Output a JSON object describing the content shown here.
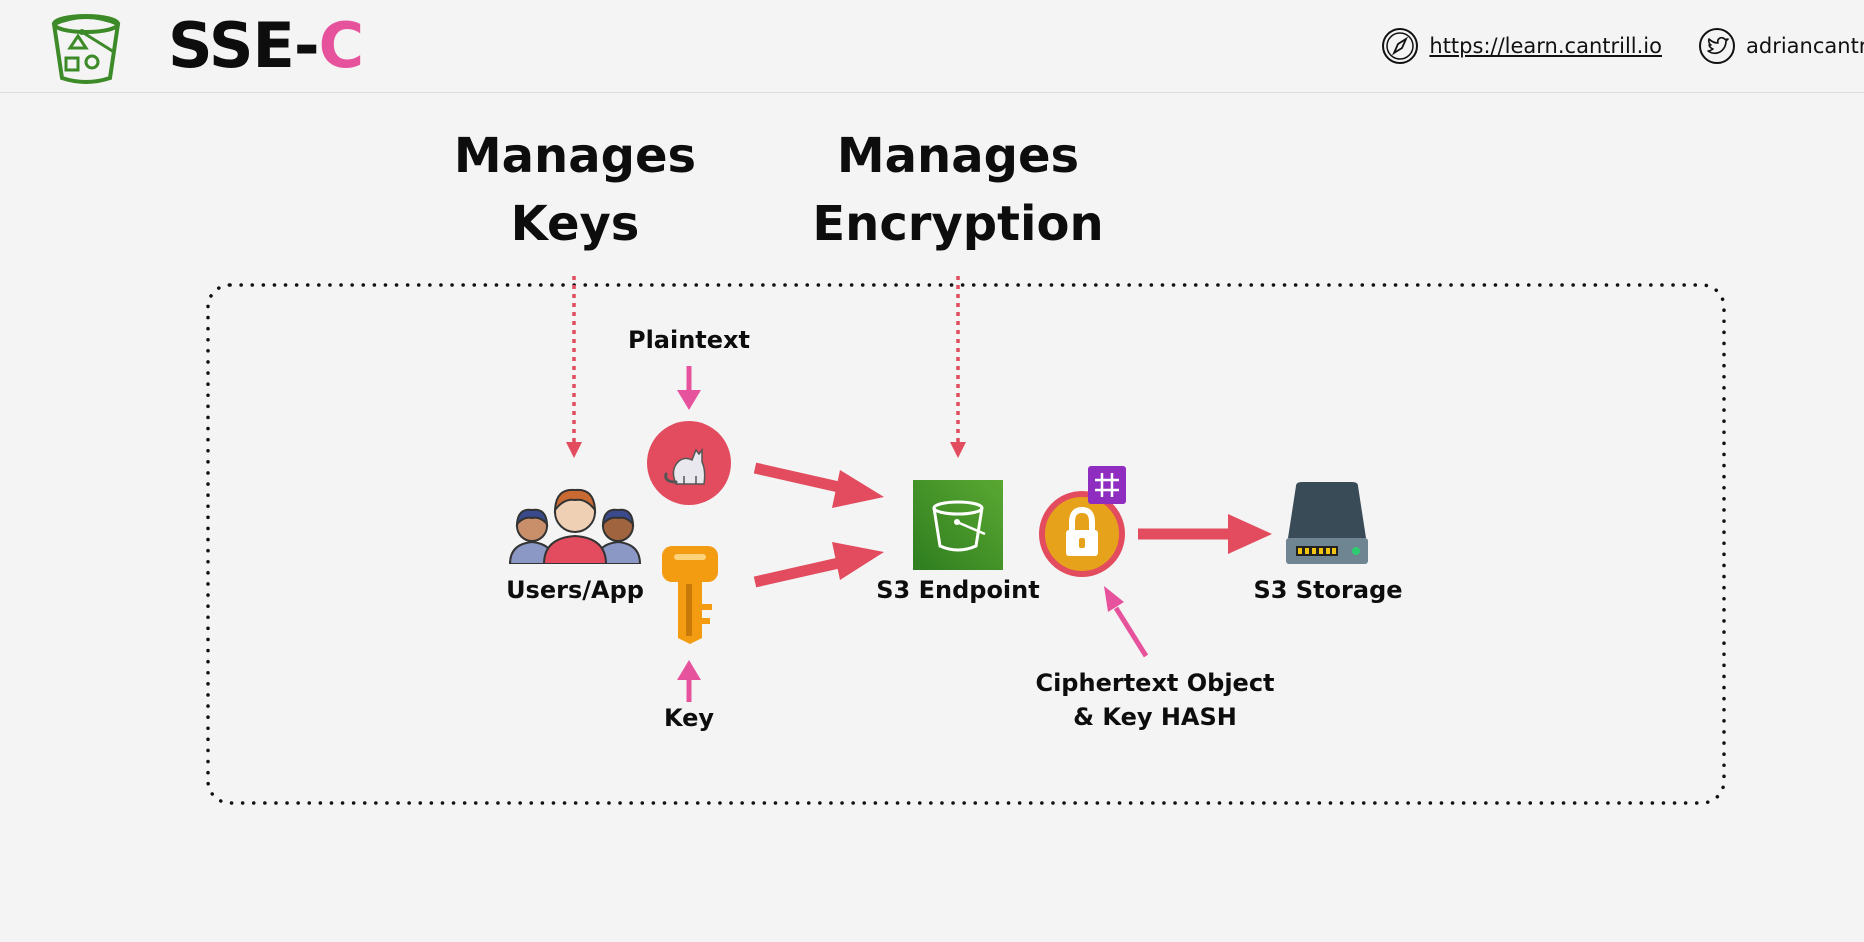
{
  "header": {
    "title_main": "SSE-",
    "title_accent": "C",
    "website": "https://learn.cantrill.io",
    "twitter": "adriancantrill"
  },
  "headings": {
    "manages_keys": "Manages Keys",
    "manages_encryption": "Manages Encryption"
  },
  "labels": {
    "plaintext": "Plaintext",
    "key": "Key",
    "users_app": "Users/App",
    "s3_endpoint": "S3 Endpoint",
    "s3_storage": "S3 Storage",
    "ciphertext_line1": "Ciphertext Object",
    "ciphertext_line2": "& Key HASH"
  },
  "colors": {
    "accent_pink": "#e7529c",
    "arrow_red": "#e24c5e",
    "s3_green": "#3d8b28",
    "key_orange": "#f39c12",
    "hash_purple": "#8e2dbf"
  }
}
